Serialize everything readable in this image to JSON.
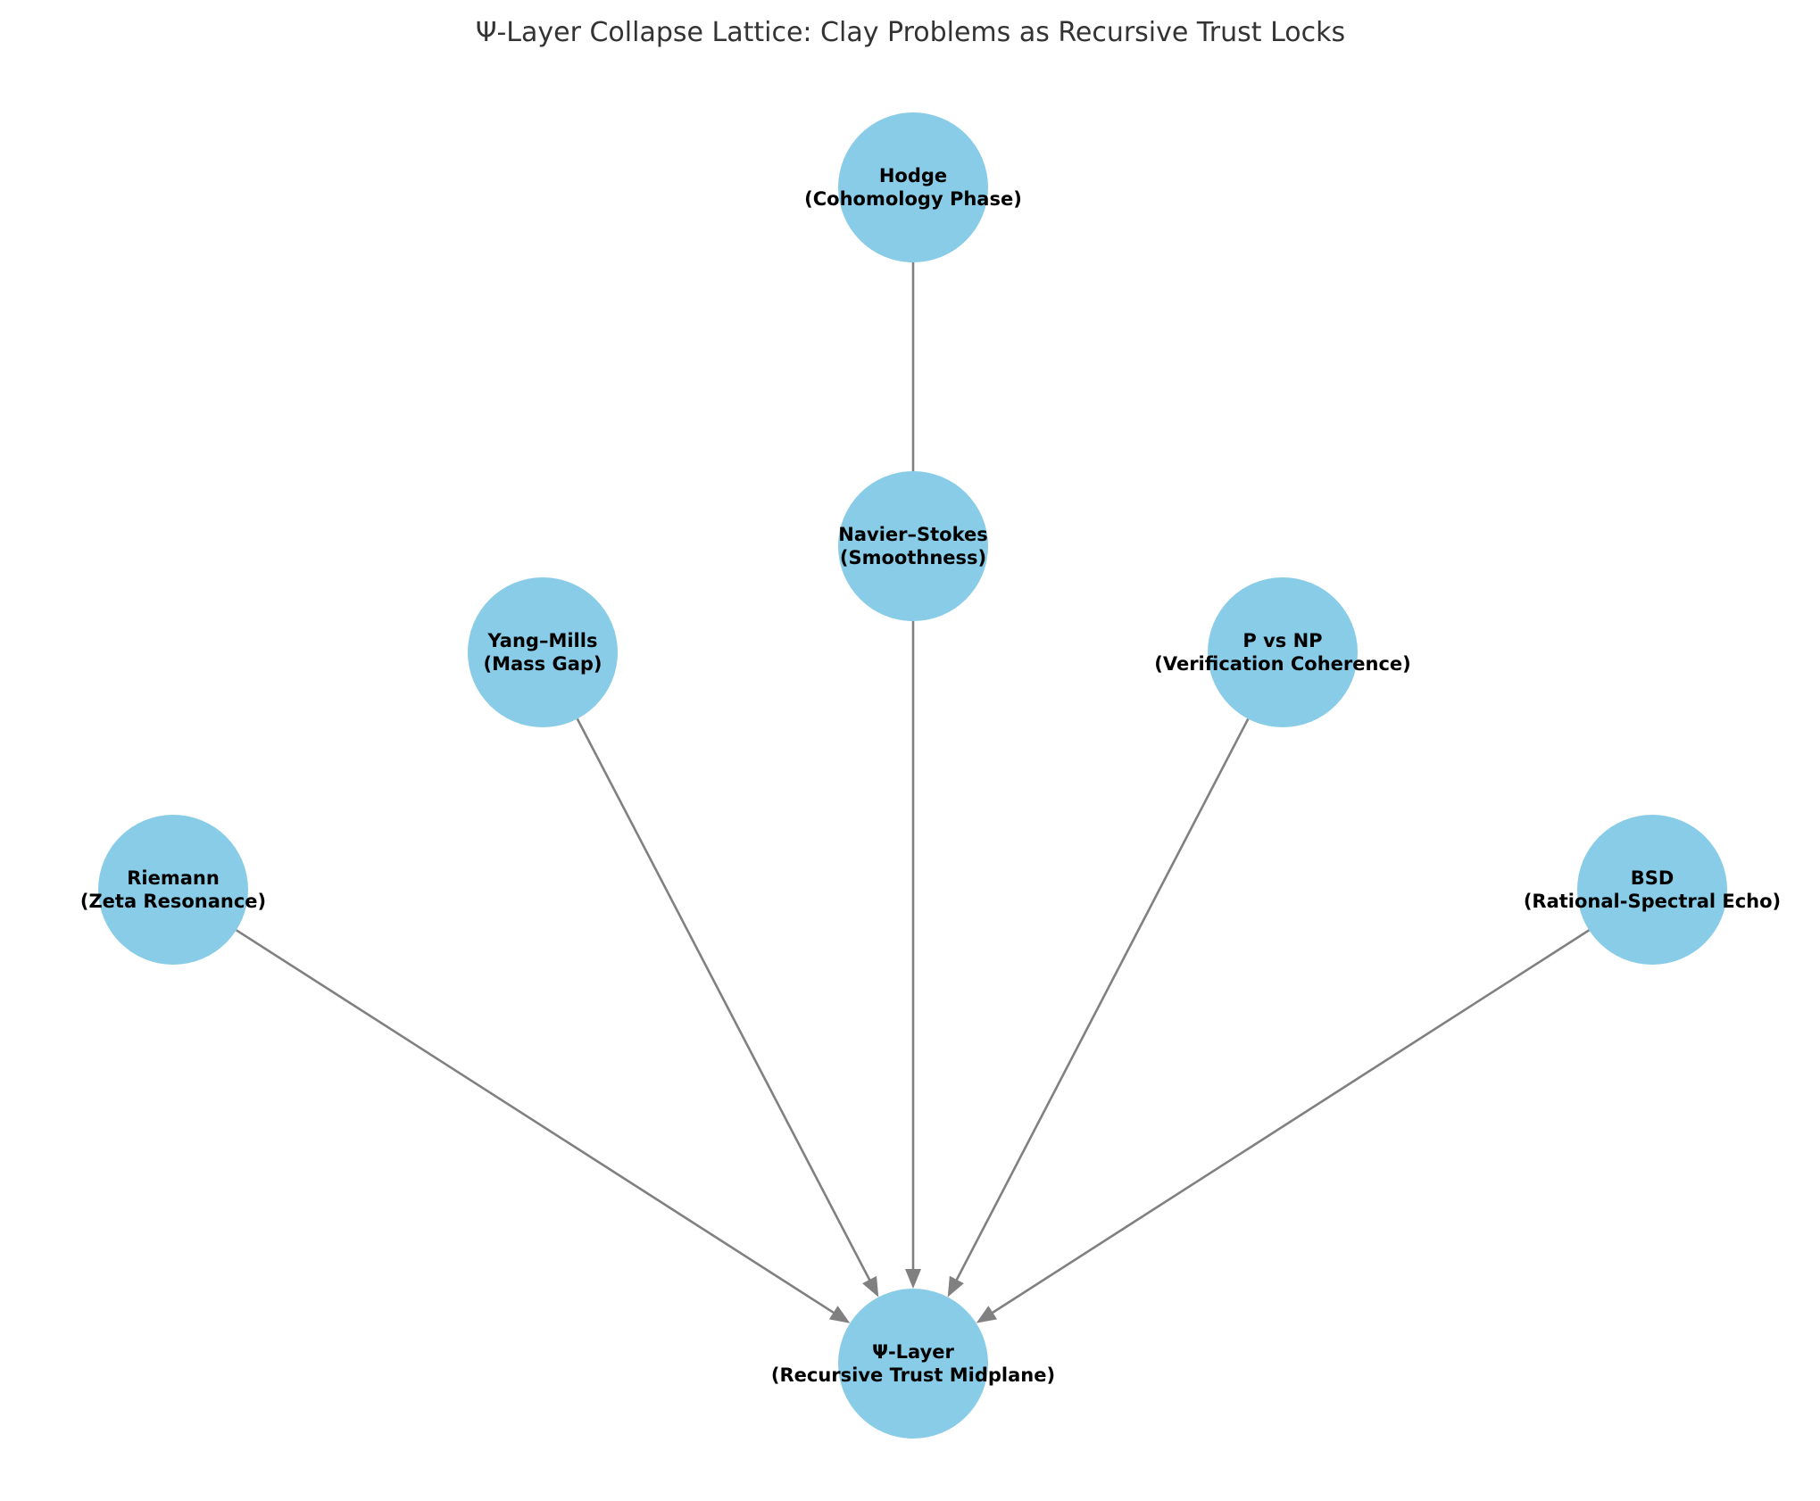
{
  "title": "Ψ-Layer Collapse Lattice: Clay Problems as Recursive Trust Locks",
  "node_color": "#89CCE8",
  "edge_color": "#808080",
  "nodes": [
    {
      "id": "hodge",
      "name": "Hodge",
      "subtitle": "(Cohomology Phase)"
    },
    {
      "id": "navier_stokes",
      "name": "Navier–Stokes",
      "subtitle": "(Smoothness)"
    },
    {
      "id": "yang_mills",
      "name": "Yang–Mills",
      "subtitle": "(Mass Gap)"
    },
    {
      "id": "p_vs_np",
      "name": "P vs NP",
      "subtitle": "(Verification Coherence)"
    },
    {
      "id": "riemann",
      "name": "Riemann",
      "subtitle": "(Zeta Resonance)"
    },
    {
      "id": "bsd",
      "name": "BSD",
      "subtitle": "(Rational-Spectral Echo)"
    },
    {
      "id": "psi_layer",
      "name": "Ψ-Layer",
      "subtitle": "(Recursive Trust Midplane)"
    }
  ],
  "edges": [
    {
      "from": "hodge",
      "to": "navier_stokes",
      "arrow": false
    },
    {
      "from": "navier_stokes",
      "to": "psi_layer",
      "arrow": true
    },
    {
      "from": "yang_mills",
      "to": "psi_layer",
      "arrow": true
    },
    {
      "from": "p_vs_np",
      "to": "psi_layer",
      "arrow": true
    },
    {
      "from": "riemann",
      "to": "psi_layer",
      "arrow": true
    },
    {
      "from": "bsd",
      "to": "psi_layer",
      "arrow": true
    }
  ]
}
